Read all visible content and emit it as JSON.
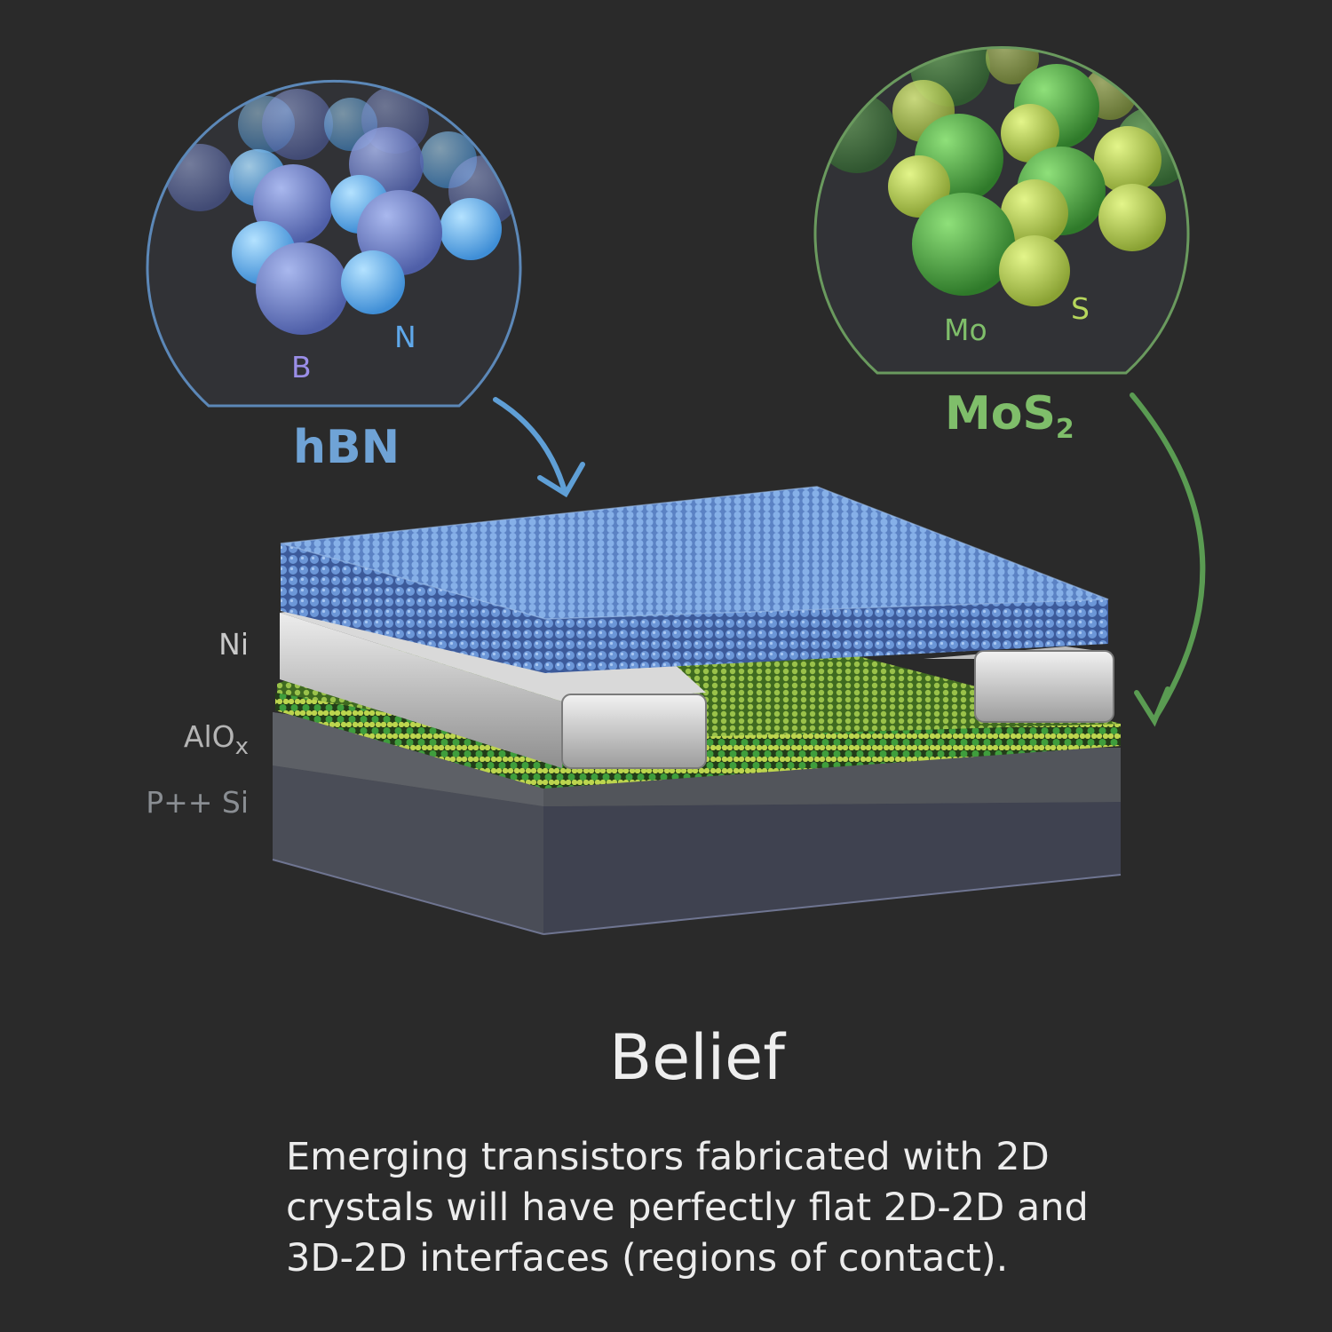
{
  "colors": {
    "background": "#2a2a2a",
    "hbn": "#6fa3d6",
    "boron": "#9a8ee8",
    "nitrogen": "#5fa8ea",
    "mos2": "#7fbe6a",
    "molybdenum": "#3f9a3a",
    "sulfur": "#b6d65c",
    "nickel": "#b9b9b9",
    "alox": "#56595e",
    "silicon": "#44474e"
  },
  "insets": {
    "hbn": {
      "material": "hBN",
      "atom_labels": {
        "boron": "B",
        "nitrogen": "N"
      }
    },
    "mos2": {
      "material_base": "MoS",
      "material_subscript": "2",
      "atom_labels": {
        "molybdenum": "Mo",
        "sulfur": "S"
      }
    }
  },
  "layers": {
    "ni": "Ni",
    "alox_base": "AlO",
    "alox_subscript": "x",
    "si": "P++ Si"
  },
  "caption": {
    "title": "Belief",
    "body": "Emerging transistors fabricated with 2D crystals will have perfectly flat 2D-2D and 3D-2D interfaces (regions of contact)."
  }
}
